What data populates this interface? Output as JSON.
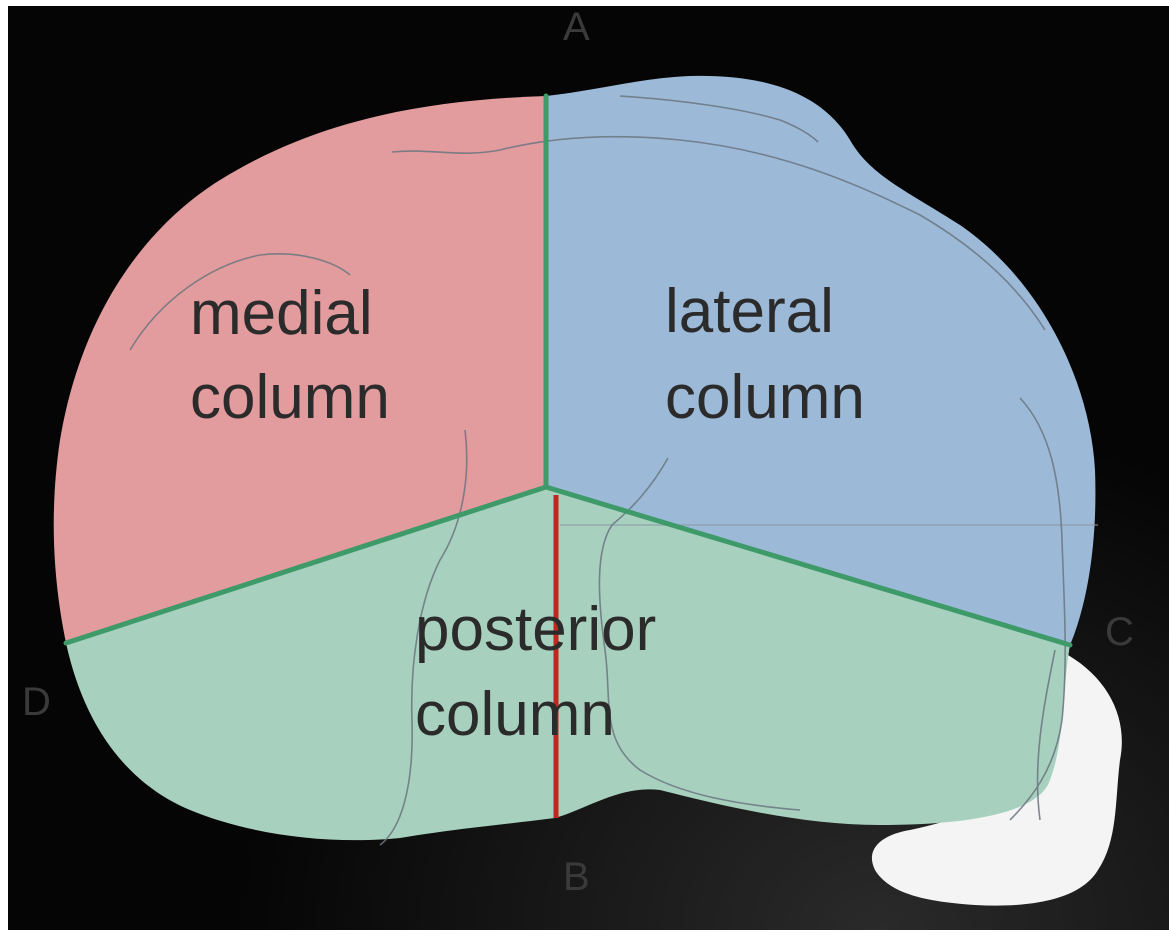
{
  "regions": {
    "medial": {
      "line1": "medial",
      "line2": "column",
      "color": "#e39c9d"
    },
    "lateral": {
      "line1": "lateral",
      "line2": "column",
      "color": "#9cbad8"
    },
    "posterior": {
      "line1": "posterior",
      "line2": "column",
      "color": "#a7d1be"
    }
  },
  "letters": {
    "a": "A",
    "b": "B",
    "c": "C",
    "d": "D"
  },
  "colors": {
    "background": "#050505",
    "divider": "#3f9a6a",
    "axis": "#c0281f",
    "contour": "#6b7580",
    "protrusion": "#f4f4f4"
  }
}
